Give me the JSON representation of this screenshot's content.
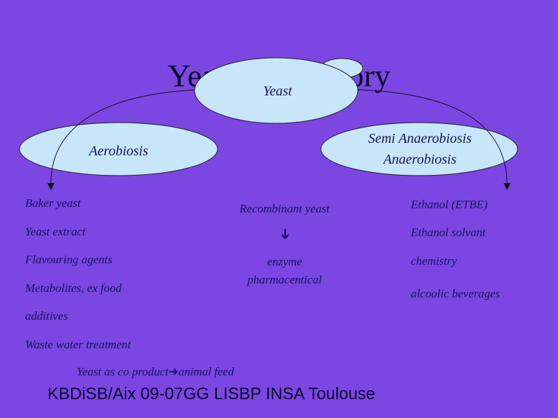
{
  "title": "Yeast cell factory",
  "nodes": {
    "yeast": "Yeast",
    "aerobiosis": "Aerobiosis",
    "anaerobiosis_line1": "Semi Anaerobiosis",
    "anaerobiosis_line2": "Anaerobiosis"
  },
  "left_list": [
    "Baker yeast",
    "Yeast extract",
    "Flavouring agents",
    "Metabolites, ex food",
    "additives",
    "Waste water treatment"
  ],
  "middle": {
    "recombinant": "Recombinant yeast",
    "arrow": "➔",
    "enzyme": "enzyme",
    "pharma": "pharmacentical"
  },
  "right_list": [
    "Ethanol (ETBE)",
    "Ethanol solvant",
    "chemistry",
    "alcoolic beverages"
  ],
  "bottom_note": {
    "prefix": "Yeast as co product",
    "arrow": "➔",
    "suffix": "animal feed"
  },
  "footer": "KBDiSB/Aix 09-07GG LISBP INSA Toulouse",
  "colors": {
    "background": "#7b46e2",
    "ellipse_fill": "#c8e6fa",
    "text": "#14145a"
  }
}
